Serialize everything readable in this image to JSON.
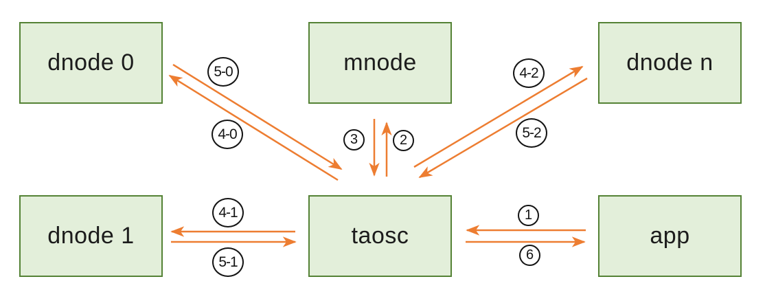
{
  "diagram": {
    "nodes": [
      {
        "id": "dnode0",
        "label": "dnode 0"
      },
      {
        "id": "mnode",
        "label": "mnode"
      },
      {
        "id": "dnoden",
        "label": "dnode n"
      },
      {
        "id": "dnode1",
        "label": "dnode 1"
      },
      {
        "id": "taosc",
        "label": "taosc"
      },
      {
        "id": "app",
        "label": "app"
      }
    ],
    "edges": [
      {
        "label": "5-0",
        "from": "dnode 0",
        "to": "taosc"
      },
      {
        "label": "4-0",
        "from": "taosc",
        "to": "dnode 0"
      },
      {
        "label": "3",
        "from": "mnode",
        "to": "taosc"
      },
      {
        "label": "2",
        "from": "taosc",
        "to": "mnode"
      },
      {
        "label": "4-2",
        "from": "taosc",
        "to": "dnode n"
      },
      {
        "label": "5-2",
        "from": "dnode n",
        "to": "taosc"
      },
      {
        "label": "4-1",
        "from": "taosc",
        "to": "dnode 1"
      },
      {
        "label": "5-1",
        "from": "dnode 1",
        "to": "taosc"
      },
      {
        "label": "1",
        "from": "app",
        "to": "taosc"
      },
      {
        "label": "6",
        "from": "taosc",
        "to": "app"
      }
    ],
    "colors": {
      "node_fill": "#e3efda",
      "node_border": "#548235",
      "arrow": "#ed7d31",
      "label_stroke": "#141414",
      "text": "#1c1c1c",
      "background": "#ffffff"
    }
  }
}
